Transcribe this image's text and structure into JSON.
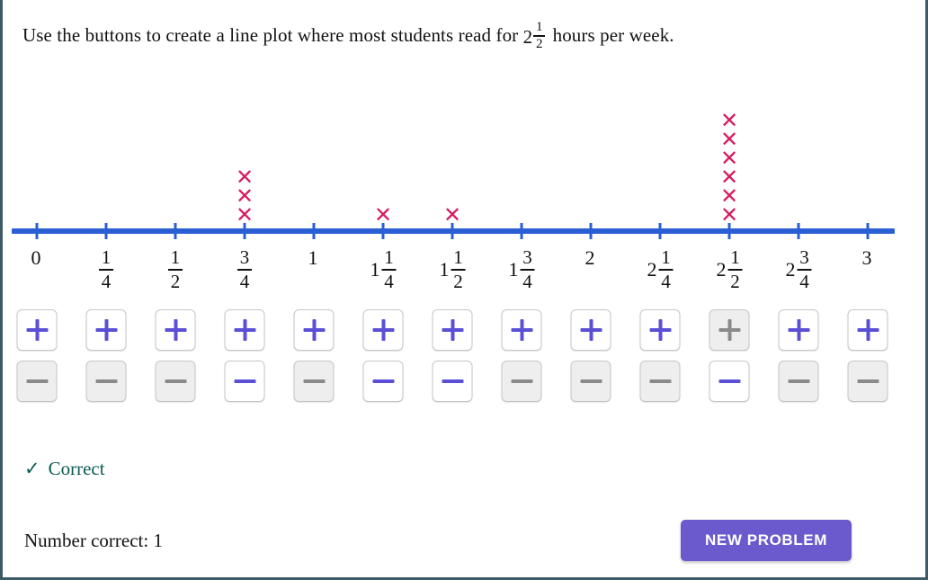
{
  "prompt": {
    "before": "Use the buttons to create a line plot where most students read for",
    "mixed_whole": "2",
    "mixed_num": "1",
    "mixed_den": "2",
    "after": "hours per week."
  },
  "chart_data": {
    "type": "line-plot",
    "title": "",
    "xlabel": "",
    "ylabel": "",
    "axis_color": "#2a5fd4",
    "mark_color": "#d81b60",
    "mark_glyph": "✕",
    "xlim": [
      0,
      3
    ],
    "categories": [
      "0",
      "1/4",
      "1/2",
      "3/4",
      "1",
      "1 1/4",
      "1 1/2",
      "1 3/4",
      "2",
      "2 1/4",
      "2 1/2",
      "2 3/4",
      "3"
    ],
    "values": [
      0,
      0,
      0,
      3,
      0,
      1,
      1,
      0,
      0,
      0,
      6,
      0,
      0
    ],
    "max_per_column": 6,
    "ticks": [
      {
        "whole": "0",
        "num": "",
        "den": ""
      },
      {
        "whole": "",
        "num": "1",
        "den": "4"
      },
      {
        "whole": "",
        "num": "1",
        "den": "2"
      },
      {
        "whole": "",
        "num": "3",
        "den": "4"
      },
      {
        "whole": "1",
        "num": "",
        "den": ""
      },
      {
        "whole": "1",
        "num": "1",
        "den": "4"
      },
      {
        "whole": "1",
        "num": "1",
        "den": "2"
      },
      {
        "whole": "1",
        "num": "3",
        "den": "4"
      },
      {
        "whole": "2",
        "num": "",
        "den": ""
      },
      {
        "whole": "2",
        "num": "1",
        "den": "4"
      },
      {
        "whole": "2",
        "num": "1",
        "den": "2"
      },
      {
        "whole": "2",
        "num": "3",
        "den": "4"
      },
      {
        "whole": "3",
        "num": "",
        "den": ""
      }
    ]
  },
  "controls": {
    "plus_label": "+",
    "minus_label": "−",
    "accent_color": "#5b4fd6",
    "disabled_color": "#8a8a8a",
    "plus_enabled": [
      true,
      true,
      true,
      true,
      true,
      true,
      true,
      true,
      true,
      true,
      false,
      true,
      true
    ],
    "minus_enabled": [
      false,
      false,
      false,
      true,
      false,
      true,
      true,
      false,
      false,
      false,
      true,
      false,
      false
    ]
  },
  "feedback": {
    "icon": "✓",
    "text": "Correct",
    "color": "#0d5b52"
  },
  "footer": {
    "score_label": "Number correct:",
    "score_value": "1",
    "new_problem_label": "NEW PROBLEM",
    "new_problem_color": "#6a5acd"
  }
}
